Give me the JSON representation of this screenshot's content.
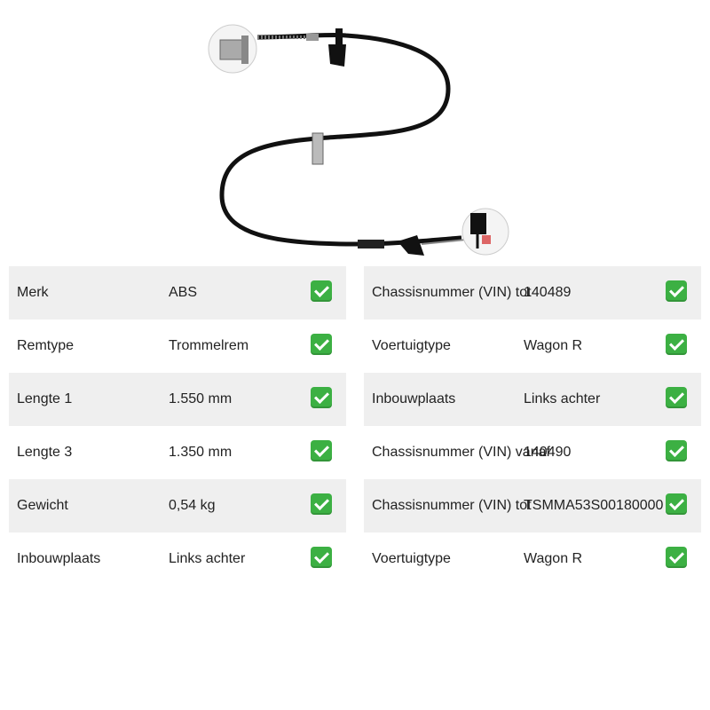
{
  "product_image": {
    "alt_semantic": "handbrake-cable-image"
  },
  "left_table": [
    {
      "label": "Merk",
      "value": "ABS"
    },
    {
      "label": "Remtype",
      "value": "Trommelrem"
    },
    {
      "label": "Lengte 1",
      "value": "1.550 mm"
    },
    {
      "label": "Lengte 3",
      "value": "1.350 mm"
    },
    {
      "label": "Gewicht",
      "value": "0,54 kg"
    },
    {
      "label": "Inbouwplaats",
      "value": "Links achter"
    }
  ],
  "right_table": [
    {
      "label": "Chassisnummer (VIN) tot",
      "value": "140489"
    },
    {
      "label": "Voertuigtype",
      "value": "Wagon R"
    },
    {
      "label": "Inbouwplaats",
      "value": "Links achter"
    },
    {
      "label": "Chassisnummer (VIN) vanaf",
      "value": "140490"
    },
    {
      "label": "Chassisnummer (VIN) tot",
      "value": "TSMMA53S00180000"
    },
    {
      "label": "Voertuigtype",
      "value": "Wagon R"
    }
  ],
  "check_icon": "check-mark-icon",
  "colors": {
    "check": "#3cb043",
    "row_shade": "#efefef"
  }
}
